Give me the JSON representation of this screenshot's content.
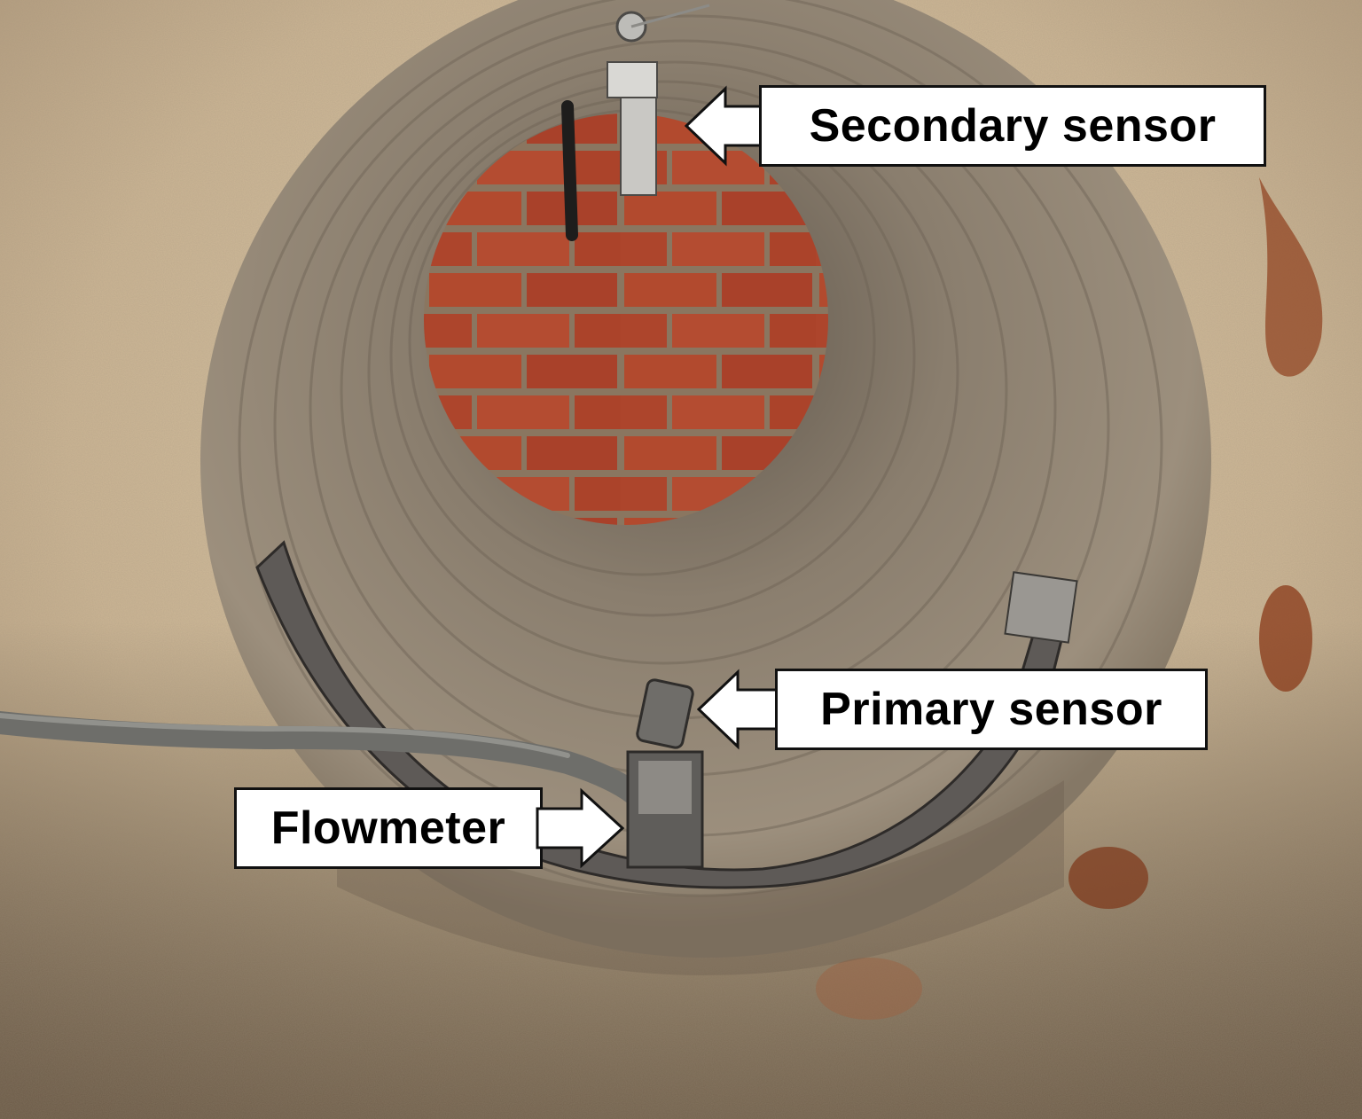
{
  "labels": {
    "secondary_sensor": "Secondary sensor",
    "primary_sensor": "Primary sensor",
    "flowmeter": "Flowmeter"
  },
  "colors": {
    "label_background": "#ffffff",
    "label_border": "#111111",
    "label_text": "#000000",
    "brick": "#b0452b",
    "mortar": "#8e7a62",
    "pipe_wall": "#8f8271",
    "concrete": "#cdb99a",
    "metal_band": "#6e6a66",
    "cable": "#6f6f6b"
  }
}
